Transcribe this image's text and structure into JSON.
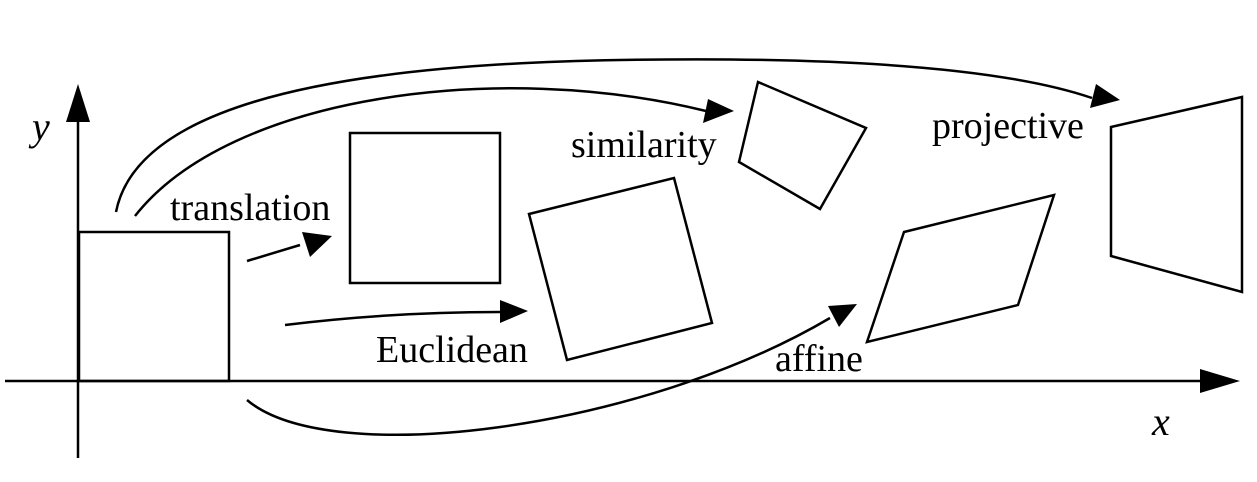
{
  "axes": {
    "x_label": "x",
    "y_label": "y"
  },
  "labels": {
    "translation": "translation",
    "euclidean": "Euclidean",
    "similarity": "similarity",
    "affine": "affine",
    "projective": "projective"
  }
}
